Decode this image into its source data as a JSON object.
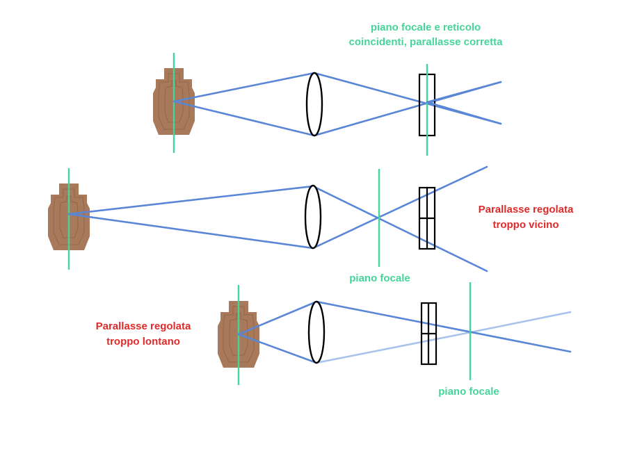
{
  "labels": {
    "top_caption_line1": "piano focale e reticolo",
    "top_caption_line2": "coincidenti, parallasse corretta",
    "middle_status_line1": "Parallasse regolata",
    "middle_status_line2": "troppo vicino",
    "middle_focal": "piano focale",
    "bottom_status_line1": "Parallasse regolata",
    "bottom_status_line2": "troppo lontano",
    "bottom_focal": "piano focale"
  },
  "colors": {
    "focal_plane": "#45d49a",
    "ray": "#5a86d6",
    "ray_faint": "#a9c3ea",
    "warning_text": "#e02a2a",
    "target": "#a8795a"
  },
  "icons": [
    "silhouette-target-icon",
    "lens-icon",
    "reticle-icon"
  ]
}
